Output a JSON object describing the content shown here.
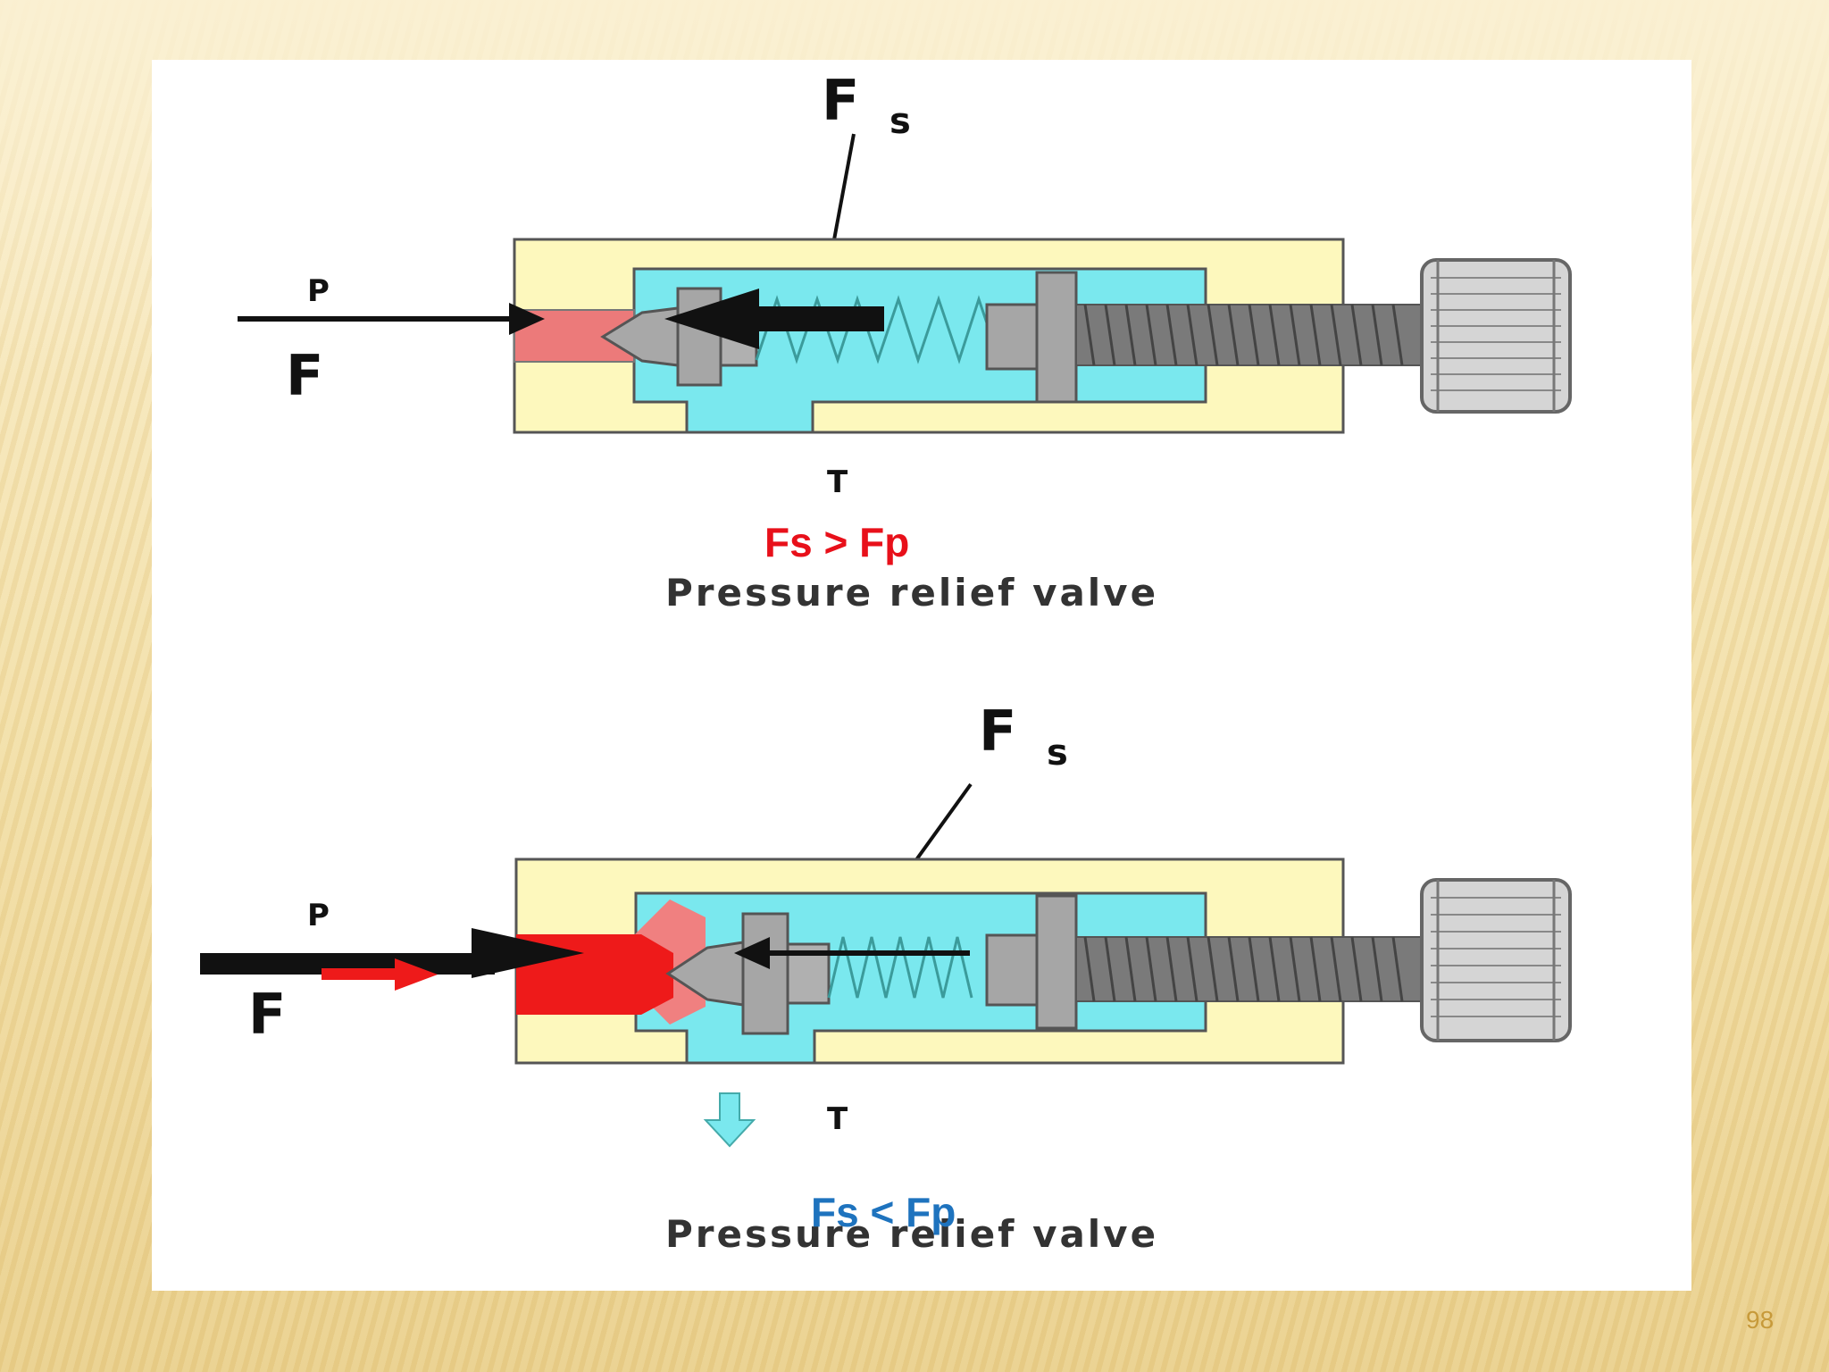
{
  "slide": {
    "page_number": "98",
    "accent_red": "#e8101a",
    "accent_blue": "#1e73be"
  },
  "diagram_top": {
    "label_p": "P",
    "label_f": "F",
    "label_fs_main": "F",
    "label_fs_sub": "s",
    "label_t": "T",
    "condition": "Fs > Fp",
    "caption": "Pressure relief valve"
  },
  "diagram_bottom": {
    "label_p": "P",
    "label_f": "F",
    "label_fs_main": "F",
    "label_fs_sub": "s",
    "label_t": "T",
    "condition": "Fs < Fp",
    "caption": "Pressure relief valve"
  }
}
